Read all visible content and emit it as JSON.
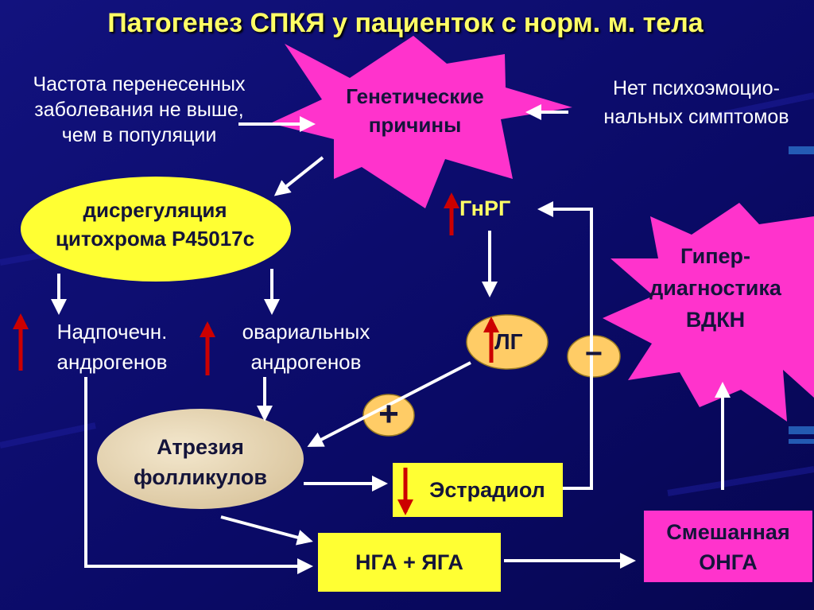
{
  "title": "Патогенез СПКЯ у пациенток с норм. м. тела",
  "nodes": {
    "genetic": [
      "Генетические",
      "причины"
    ],
    "left_note": [
      "Частота перенесенных",
      "заболевания не выше,",
      "чем в популяции"
    ],
    "right_note": [
      "Нет психоэмоцио-",
      "нальных симптомов"
    ],
    "dysregulation": [
      "дисрегуляция",
      "цитохрома Р45017с"
    ],
    "adrenal": [
      "Надпочечн.",
      "андрогенов"
    ],
    "ovarian": [
      "овариальных",
      "андрогенов"
    ],
    "gnrh": "ГнРГ",
    "lh": "ЛГ",
    "hyperdiag": [
      "Гипер-",
      "диагностика",
      "ВДКН"
    ],
    "minus": "−",
    "plus": "+",
    "atresia": [
      "Атрезия",
      "фолликулов"
    ],
    "estradiol": "Эстрадиол",
    "nga": "НГА + ЯГА",
    "mixed": [
      "Смешанная",
      "ОНГА"
    ]
  },
  "colors": {
    "background": "#0b0b6e",
    "title": "#ffff66",
    "yellow": "#ffff33",
    "magenta": "#ff33cc",
    "beige": "#e8d8b8",
    "orange": "#ffcc66",
    "arrow": "#ffffff",
    "up_down_arrow": "#cc0000"
  }
}
